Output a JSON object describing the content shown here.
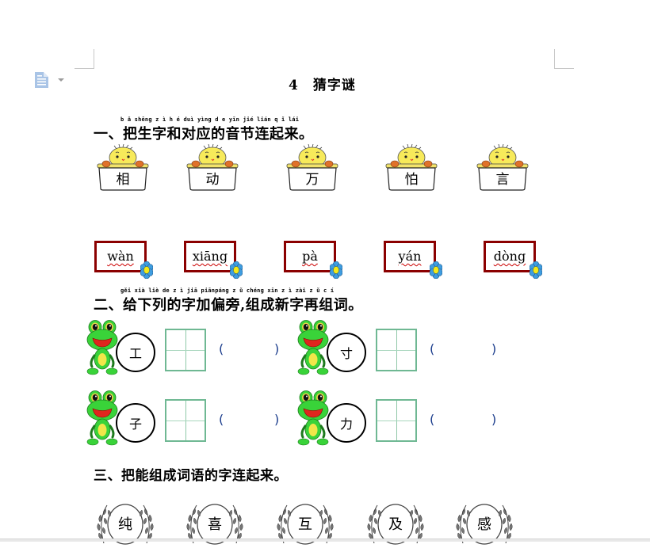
{
  "document": {
    "title": "4　猜字谜",
    "page_icon": "document-paste-icon"
  },
  "section1": {
    "heading": "一、把生字和对应的音节连起来。",
    "ruby": "b ǎ shēng z ì h é duì yìng d e yīn jié lián q ǐ lái",
    "characters": [
      "相",
      "动",
      "万",
      "怕",
      "言"
    ],
    "pinyin": [
      "wàn",
      "xiāng",
      "pà",
      "yán",
      "dòng"
    ]
  },
  "section2": {
    "heading": "二、给下列的字加偏旁,组成新字再组词。",
    "ruby": "gěi xià liè de z ì jiā piānpáng  z ǔ chéng xīn z ì zài z ǔ c í",
    "items": [
      {
        "char": "工",
        "open": "(",
        "close": ")"
      },
      {
        "char": "寸",
        "open": "(",
        "close": ")"
      },
      {
        "char": "子",
        "open": "(",
        "close": ")"
      },
      {
        "char": "力",
        "open": "(",
        "close": ")"
      }
    ]
  },
  "section3": {
    "heading": "三、把能组成词语的字连起来。",
    "characters": [
      "纯",
      "喜",
      "互",
      "及",
      "感"
    ]
  },
  "colors": {
    "card_border": "#8b0000",
    "grid_green": "#6fb893",
    "paren_blue": "#1a3c8c",
    "spell_underline": "#cc0000"
  }
}
